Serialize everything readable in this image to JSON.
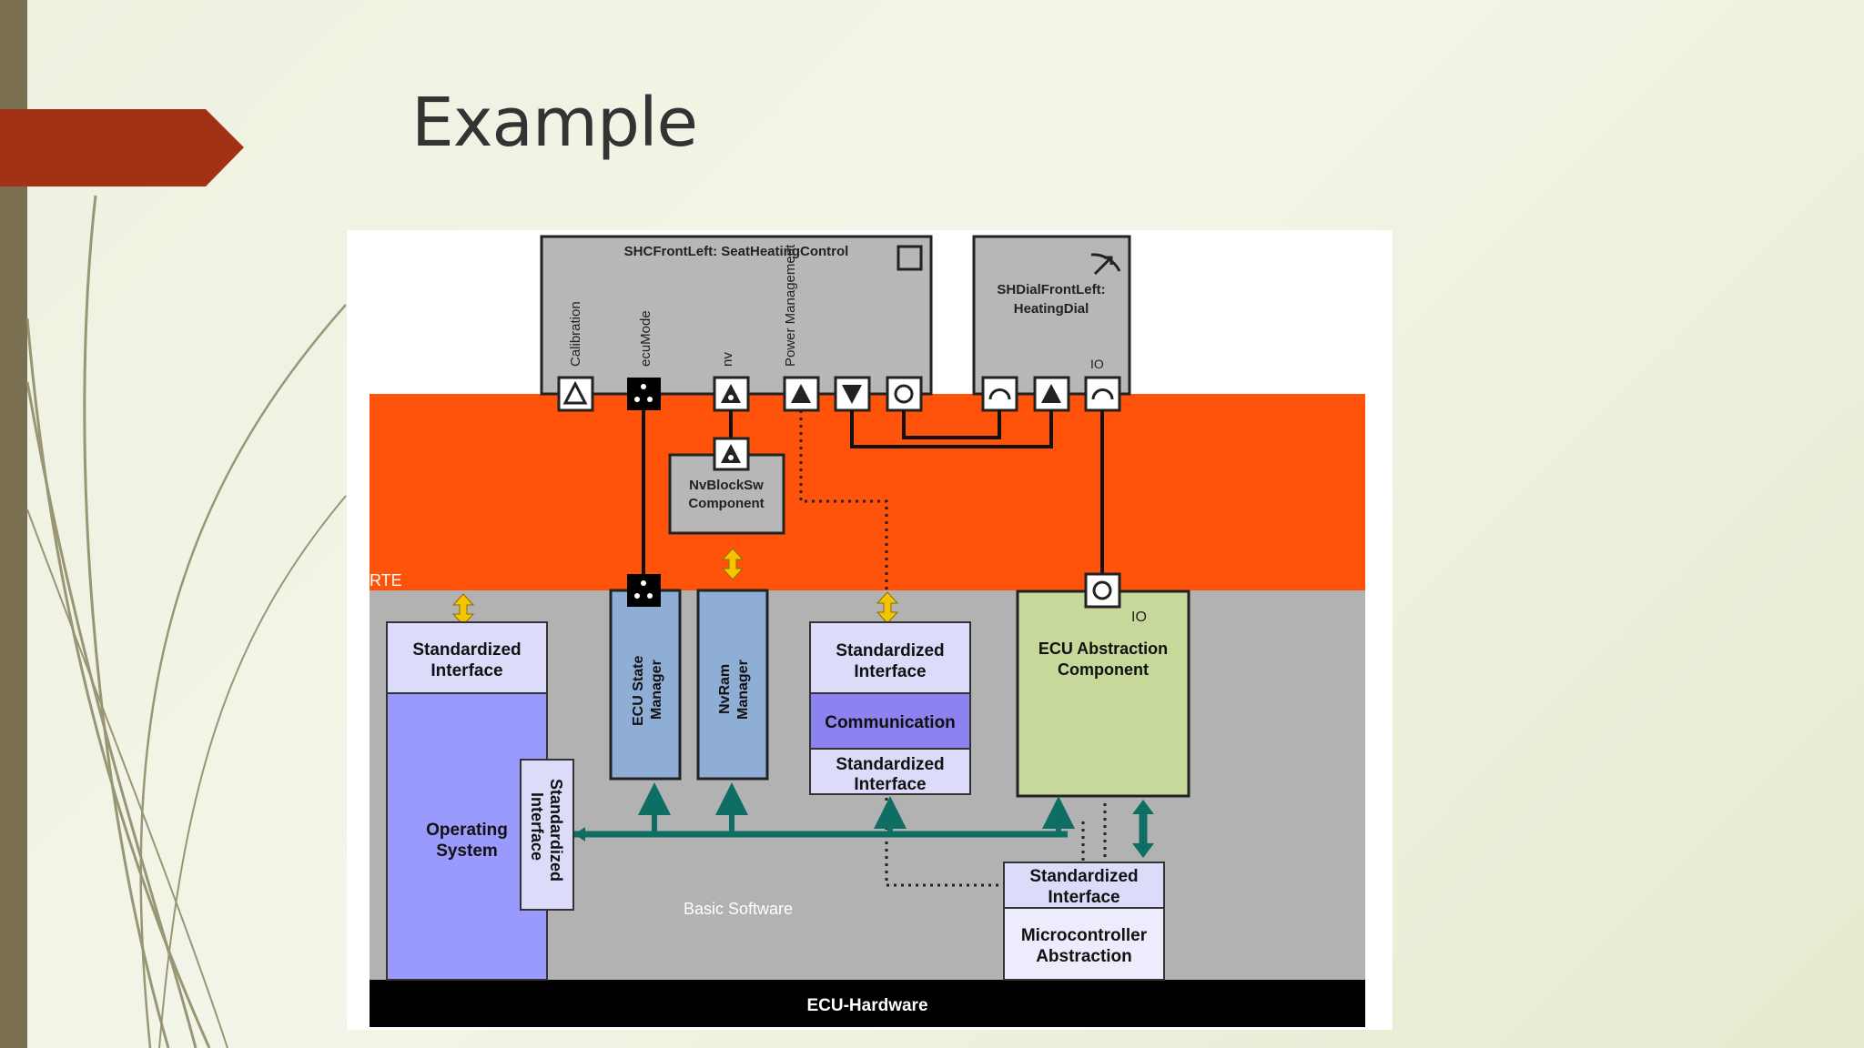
{
  "slide": {
    "title": "Example",
    "colors": {
      "accent_arrow": "#a23216",
      "left_bar": "#7a6f50",
      "rte": "#ff530c",
      "bsw": "#b2b2b2",
      "os": "#9a9afc",
      "std_if": "#dcdcfa",
      "comm": "#8c82f0",
      "mgr": "#8faed6",
      "ecu_abs": "#c7d99a",
      "bus": "#0f6e63",
      "hw": "#000000"
    }
  },
  "diagram": {
    "swc_seat": {
      "label": "SHCFrontLeft:  SeatHeatingControl",
      "ports": [
        "Calibration",
        "ecuMode",
        "nv",
        "Power Management"
      ]
    },
    "swc_dial": {
      "label_line1": "SHDialFrontLeft:",
      "label_line2": "HeatingDial",
      "port": "IO"
    },
    "nvblock": {
      "line1": "NvBlockSw",
      "line2": "Component"
    },
    "rte_label": "RTE",
    "std_interface": {
      "line1": "Standardized",
      "line2": "Interface"
    },
    "operating_system": {
      "line1": "Operating",
      "line2": "System"
    },
    "os_side_interface": {
      "line1": "Standardized",
      "line2": "Interface"
    },
    "ecu_state_manager": {
      "line1": "ECU State",
      "line2": "Manager"
    },
    "nvram_manager": {
      "line1": "NvRam",
      "line2": "Manager"
    },
    "comm_stack": {
      "top_line1": "Standardized",
      "top_line2": "Interface",
      "middle": "Communication",
      "bottom_line1": "Standardized",
      "bottom_line2": "Interface"
    },
    "ecu_abstraction": {
      "port": "IO",
      "line1": "ECU Abstraction",
      "line2": "Component"
    },
    "mcal": {
      "if_line1": "Standardized",
      "if_line2": "Interface",
      "line1": "Microcontroller",
      "line2": "Abstraction"
    },
    "basic_software_label": "Basic Software",
    "hardware_label": "ECU-Hardware"
  }
}
